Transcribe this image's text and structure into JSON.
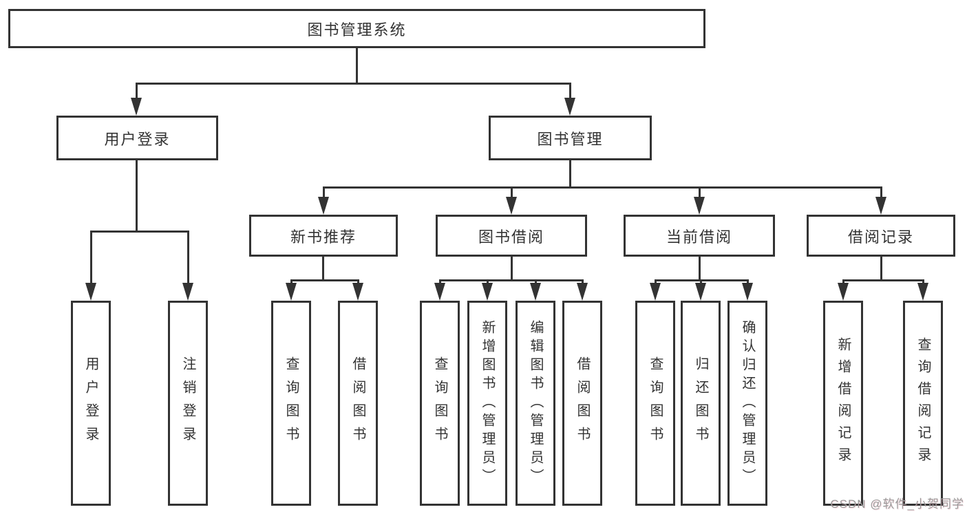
{
  "page": {
    "background": "#ffffff"
  },
  "colors": {
    "line": "#333333",
    "box_border": "#333333",
    "text": "#333333",
    "watermark_text": "#9a9a9a"
  },
  "watermark": {
    "text": "CSDN @软件_小贺同学"
  },
  "tree": {
    "root": {
      "label": "图书管理系统"
    },
    "children": [
      {
        "label": "用户登录",
        "children": [
          {
            "label": "用户登录"
          },
          {
            "label": "注销登录"
          }
        ]
      },
      {
        "label": "图书管理",
        "children": [
          {
            "label": "新书推荐",
            "children": [
              {
                "label": "查询图书"
              },
              {
                "label": "借阅图书"
              }
            ]
          },
          {
            "label": "图书借阅",
            "children": [
              {
                "label": "查询图书"
              },
              {
                "label": "新增图书（管理员）"
              },
              {
                "label": "编辑图书（管理员）"
              },
              {
                "label": "借阅图书"
              }
            ]
          },
          {
            "label": "当前借阅",
            "children": [
              {
                "label": "查询图书"
              },
              {
                "label": "归还图书"
              },
              {
                "label": "确认归还（管理员）"
              }
            ]
          },
          {
            "label": "借阅记录",
            "children": [
              {
                "label": "新增借阅记录"
              },
              {
                "label": "查询借阅记录"
              }
            ]
          }
        ]
      }
    ]
  }
}
